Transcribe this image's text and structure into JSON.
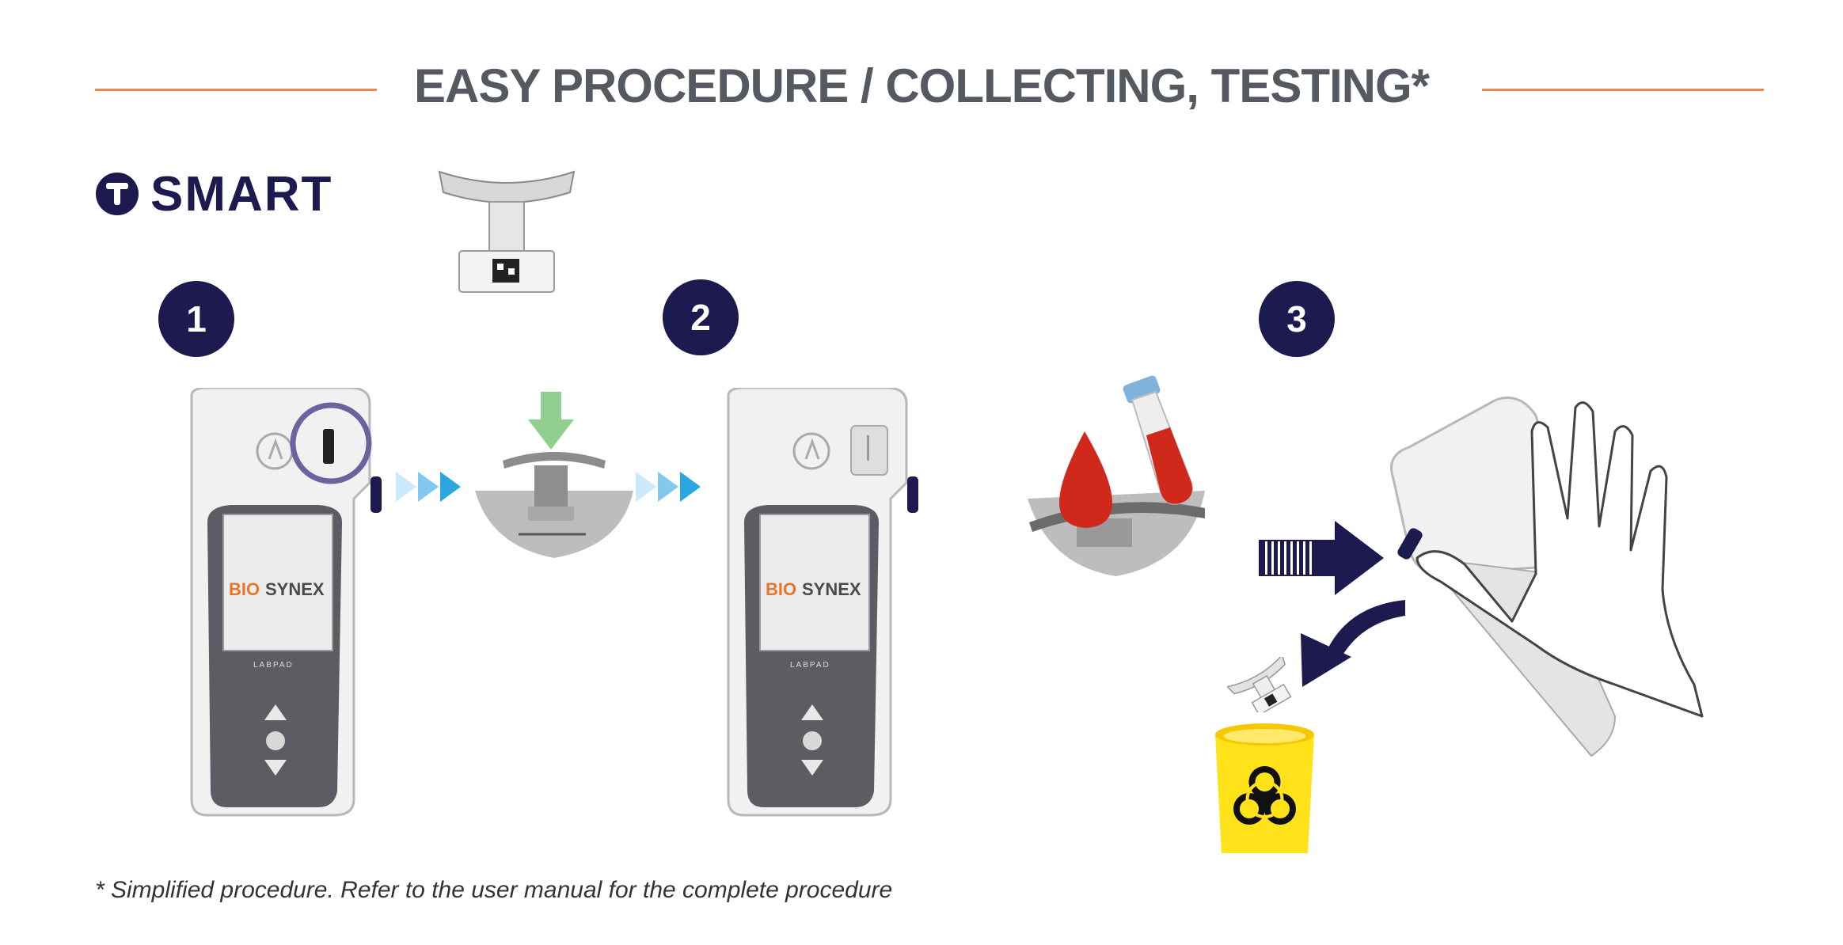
{
  "header": {
    "title": "EASY PROCEDURE / COLLECTING, TESTING*"
  },
  "brand": {
    "name": "SMART",
    "logo_letter": "T"
  },
  "steps": [
    {
      "number": "1"
    },
    {
      "number": "2"
    },
    {
      "number": "3"
    }
  ],
  "device": {
    "screen_brand_part1": "BIO",
    "screen_brand_part2": "SYNEX",
    "model": "LABPAD"
  },
  "footnote": "* Simplified procedure. Refer to the user manual for the complete procedure",
  "colors": {
    "navy": "#1d1a4f",
    "accent_orange": "#e38a4c",
    "arrow_blue": "#2aa6e0",
    "blood_red": "#d0291c",
    "insert_green": "#8fcf8f",
    "bin_yellow": "#ffe21a"
  },
  "icons": [
    "smart-logo-icon",
    "test-strip-icon",
    "right-chevrons-icon",
    "green-down-arrow-icon",
    "blood-drop-icon",
    "test-tube-icon",
    "navy-push-arrow-icon",
    "curved-arrow-icon",
    "hand-icon",
    "biohazard-icon"
  ]
}
